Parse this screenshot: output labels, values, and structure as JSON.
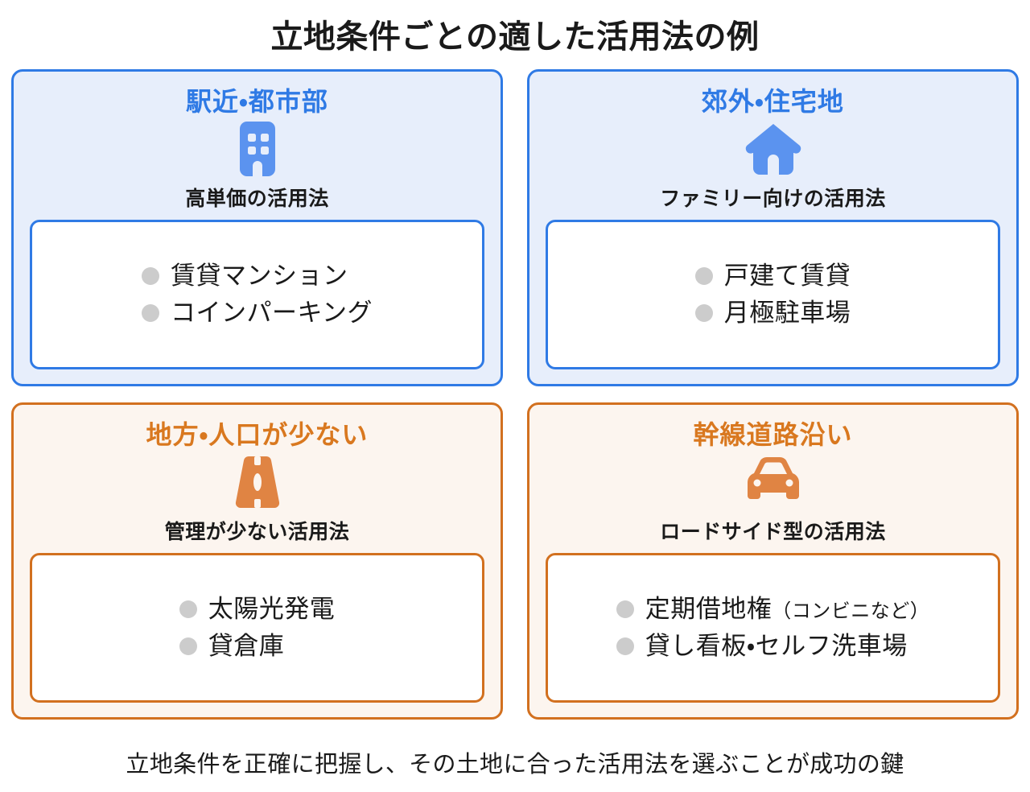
{
  "title": "立地条件ごとの適した活用法の例",
  "colors": {
    "blue_accent": "#2f7ae5",
    "blue_card_bg": "#e7eefb",
    "orange_accent": "#d9781f",
    "orange_border": "#d2701f",
    "orange_card_bg": "#fcf5ef",
    "bullet_gray": "#cccccc",
    "text_dark": "#1a1a1a",
    "card_inner_bg": "#ffffff"
  },
  "cards": [
    {
      "heading": "駅近・都市部",
      "icon": "building-icon",
      "subtitle": "高単価の活用法",
      "theme": "blue",
      "items": [
        {
          "label": "賃貸マンション",
          "note": ""
        },
        {
          "label": "コインパーキング",
          "note": ""
        }
      ]
    },
    {
      "heading": "郊外・住宅地",
      "icon": "house-icon",
      "subtitle": "ファミリー向けの活用法",
      "theme": "blue",
      "items": [
        {
          "label": "戸建て賃貸",
          "note": ""
        },
        {
          "label": "月極駐車場",
          "note": ""
        }
      ]
    },
    {
      "heading": "地方・人口が少ない",
      "icon": "road-icon",
      "subtitle": "管理が少ない活用法",
      "theme": "orange",
      "items": [
        {
          "label": "太陽光発電",
          "note": ""
        },
        {
          "label": "貸倉庫",
          "note": ""
        }
      ]
    },
    {
      "heading": "幹線道路沿い",
      "icon": "car-icon",
      "subtitle": "ロードサイド型の活用法",
      "theme": "orange",
      "items": [
        {
          "label": "定期借地権",
          "note": "（コンビニなど）"
        },
        {
          "label": "貸し看板・セルフ洗車場",
          "note": ""
        }
      ]
    }
  ],
  "footer": "立地条件を正確に把握し、その土地に合った活用法を選ぶことが成功の鍵"
}
